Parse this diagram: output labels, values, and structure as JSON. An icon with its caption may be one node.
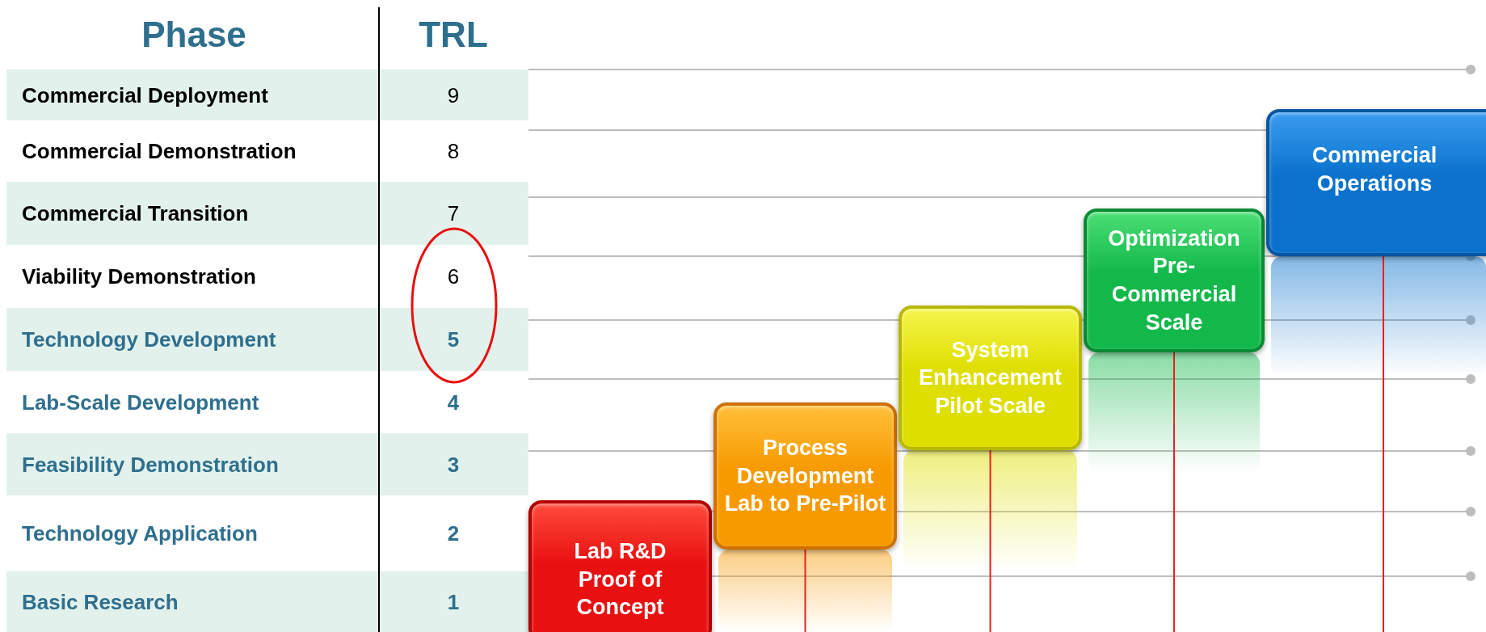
{
  "diagram": {
    "nodes": [
      {
        "text": [
          "Lab R&D Proof of Concept"
        ]
      },
      {
        "text": [
          "Process Development Lab to Pre-Pilot"
        ]
      },
      {
        "text": [
          "System Enhancement Pilot Scale"
        ]
      },
      {
        "text": [
          "Optimization Pre-Commercial Scale"
        ]
      },
      {
        "text": [
          "Commercial Operations"
        ]
      }
    ],
    "edges": [],
    "labels": [
      "Phase",
      "TRL",
      "Commercial Deployment",
      "9",
      "Commercial Demonstration",
      "8",
      "Commercial Transition",
      "7",
      "Viability Demonstration",
      "6",
      "Technology Development",
      "5",
      "Lab-Scale Development",
      "4",
      "Feasibility Demonstration",
      "3",
      "Technology Application",
      "2",
      "Basic Research",
      "1"
    ]
  }
}
